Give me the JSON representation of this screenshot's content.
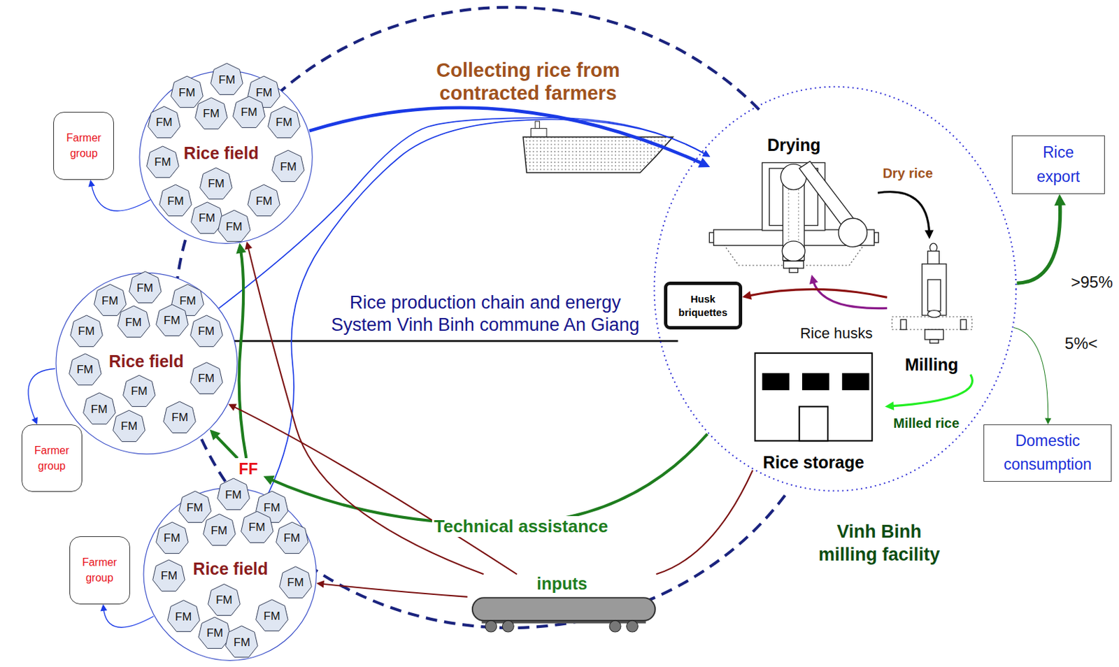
{
  "diagram": {
    "title": "Rice production chain and energy System Vinh Binh commune An Giang",
    "nodes": [
      {
        "text": [
          "Farmer group"
        ]
      },
      {
        "text": [
          "Rice field"
        ]
      },
      {
        "text": [
          "FM"
        ],
        "in": 1
      },
      {
        "text": [
          "FM"
        ],
        "in": 1
      },
      {
        "text": [
          "FM"
        ],
        "in": 1
      },
      {
        "text": [
          "FM"
        ],
        "in": 1
      },
      {
        "text": [
          "FM"
        ],
        "in": 1
      },
      {
        "text": [
          "FM"
        ],
        "in": 1
      },
      {
        "text": [
          "FM"
        ],
        "in": 1
      },
      {
        "text": [
          "FM"
        ],
        "in": 1
      },
      {
        "text": [
          "FM"
        ],
        "in": 1
      },
      {
        "text": [
          "FM"
        ],
        "in": 1
      },
      {
        "text": [
          "FM"
        ],
        "in": 1
      },
      {
        "text": [
          "FM"
        ],
        "in": 1
      },
      {
        "text": [
          "FM"
        ],
        "in": 1
      },
      {
        "text": [
          "FM"
        ],
        "in": 1
      },
      {
        "text": [
          "Farmer group"
        ]
      },
      {
        "text": [
          "Rice field"
        ]
      },
      {
        "text": [
          "FM"
        ],
        "in": 17
      },
      {
        "text": [
          "FM"
        ],
        "in": 17
      },
      {
        "text": [
          "FM"
        ],
        "in": 17
      },
      {
        "text": [
          "FM"
        ],
        "in": 17
      },
      {
        "text": [
          "FM"
        ],
        "in": 17
      },
      {
        "text": [
          "FM"
        ],
        "in": 17
      },
      {
        "text": [
          "FM"
        ],
        "in": 17
      },
      {
        "text": [
          "FM"
        ],
        "in": 17
      },
      {
        "text": [
          "FM"
        ],
        "in": 17
      },
      {
        "text": [
          "FM"
        ],
        "in": 17
      },
      {
        "text": [
          "FM"
        ],
        "in": 17
      },
      {
        "text": [
          "FM"
        ],
        "in": 17
      },
      {
        "text": [
          "FM"
        ],
        "in": 17
      },
      {
        "text": [
          "FF"
        ]
      },
      {
        "text": [
          "Farmer group"
        ]
      },
      {
        "text": [
          "Rice field"
        ]
      },
      {
        "text": [
          "FM"
        ],
        "in": 33
      },
      {
        "text": [
          "FM"
        ],
        "in": 33
      },
      {
        "text": [
          "FM"
        ],
        "in": 33
      },
      {
        "text": [
          "FM"
        ],
        "in": 33
      },
      {
        "text": [
          "FM"
        ],
        "in": 33
      },
      {
        "text": [
          "FM"
        ],
        "in": 33
      },
      {
        "text": [
          "FM"
        ],
        "in": 33
      },
      {
        "text": [
          "FM"
        ],
        "in": 33
      },
      {
        "text": [
          "FM"
        ],
        "in": 33
      },
      {
        "text": [
          "FM"
        ],
        "in": 33
      },
      {
        "text": [
          "FM"
        ],
        "in": 33
      },
      {
        "text": [
          "FM"
        ],
        "in": 33
      },
      {
        "text": [
          "FM"
        ],
        "in": 33
      },
      {
        "text": [
          "FM"
        ],
        "in": 33
      },
      {
        "text": [
          "inputs"
        ]
      },
      {
        "text": [
          "Vinh Binh milling facility"
        ]
      },
      {
        "text": [
          "Drying"
        ],
        "in": 49
      },
      {
        "text": [
          "Milling"
        ],
        "in": 49
      },
      {
        "text": [
          "Husk briquettes"
        ],
        "in": 49
      },
      {
        "text": [
          "Rice storage"
        ],
        "in": 49
      },
      {
        "text": [
          "Rice export"
        ]
      },
      {
        "text": [
          "Domestic consumption"
        ]
      }
    ],
    "edges": [
      {
        "from": 1,
        "to": 0,
        "arrow": "to"
      },
      {
        "from": 17,
        "to": 16,
        "arrow": "to"
      },
      {
        "from": 33,
        "to": 32,
        "arrow": "to"
      },
      {
        "from": 1,
        "to": 50,
        "label": "Collecting rice from contracted farmers",
        "arrow": "to"
      },
      {
        "from": 17,
        "to": 50,
        "arrow": "to"
      },
      {
        "from": 33,
        "to": 50,
        "arrow": "to"
      },
      {
        "from": 50,
        "to": 51,
        "label": "Dry rice",
        "arrow": "to"
      },
      {
        "from": 51,
        "to": 53,
        "label": "Milled rice",
        "arrow": "to"
      },
      {
        "from": 51,
        "to": 50,
        "arrow": "to"
      },
      {
        "from": 51,
        "to": 52,
        "arrow": "to"
      },
      {
        "from": 49,
        "to": 54,
        "label": ">95%",
        "arrow": "to"
      },
      {
        "from": 49,
        "to": 55,
        "label": "5%<",
        "arrow": "to"
      },
      {
        "from": 49,
        "to": 31,
        "label": "Technical assistance",
        "arrow": "to"
      },
      {
        "from": 31,
        "to": 1,
        "arrow": "to"
      },
      {
        "from": 31,
        "to": 17,
        "arrow": "to"
      },
      {
        "from": 49,
        "to": 48,
        "arrow": "none"
      },
      {
        "from": 48,
        "to": 1,
        "arrow": "to"
      },
      {
        "from": 48,
        "to": 17,
        "arrow": "to"
      },
      {
        "from": 48,
        "to": 33,
        "arrow": "to"
      }
    ],
    "labels": [
      "Rice husks"
    ]
  }
}
